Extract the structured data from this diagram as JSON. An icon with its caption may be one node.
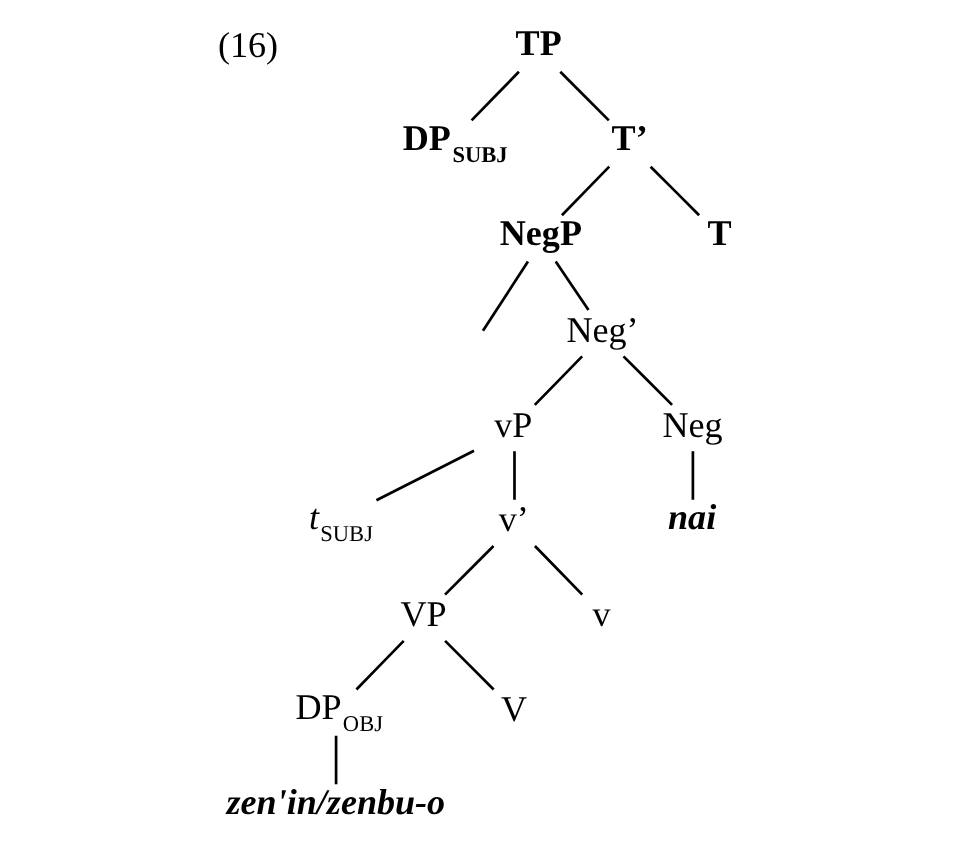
{
  "diagram": {
    "nodes": [
      {
        "text": [
          "TP"
        ]
      },
      {
        "text": [
          "DP$_{SUBJ}$"
        ]
      },
      {
        "text": [
          "T’"
        ]
      },
      {
        "text": [
          "NegP"
        ]
      },
      {
        "text": [
          "T"
        ]
      },
      {
        "text": [
          "Neg’"
        ]
      },
      {
        "text": [
          "vP"
        ]
      },
      {
        "text": [
          "Neg"
        ]
      },
      {
        "text": [
          "*t*$_{SUBJ}$"
        ]
      },
      {
        "text": [
          "v’"
        ]
      },
      {
        "text": [
          "nai"
        ]
      },
      {
        "text": [
          "VP"
        ]
      },
      {
        "text": [
          "v"
        ]
      },
      {
        "text": [
          "DP$_{OBJ}$"
        ]
      },
      {
        "text": [
          "V"
        ]
      },
      {
        "text": [
          "zen'in/zenbu-o"
        ]
      }
    ],
    "edges": [
      {
        "from": 0,
        "to": 1,
        "arrow": "none"
      },
      {
        "from": 0,
        "to": 2,
        "arrow": "none"
      },
      {
        "from": 2,
        "to": 3,
        "arrow": "none"
      },
      {
        "from": 2,
        "to": 4,
        "arrow": "none"
      },
      {
        "from": 3,
        "to": null,
        "arrow": "none"
      },
      {
        "from": 3,
        "to": 5,
        "arrow": "none"
      },
      {
        "from": 5,
        "to": 6,
        "arrow": "none"
      },
      {
        "from": 5,
        "to": 7,
        "arrow": "none"
      },
      {
        "from": 6,
        "to": 8,
        "arrow": "none"
      },
      {
        "from": 6,
        "to": 9,
        "arrow": "none"
      },
      {
        "from": 7,
        "to": 10,
        "arrow": "none"
      },
      {
        "from": 9,
        "to": 11,
        "arrow": "none"
      },
      {
        "from": 9,
        "to": 12,
        "arrow": "none"
      },
      {
        "from": 11,
        "to": 13,
        "arrow": "none"
      },
      {
        "from": 11,
        "to": 14,
        "arrow": "none"
      },
      {
        "from": 13,
        "to": 15,
        "arrow": "none"
      }
    ],
    "labels": [
      "(16)"
    ]
  }
}
